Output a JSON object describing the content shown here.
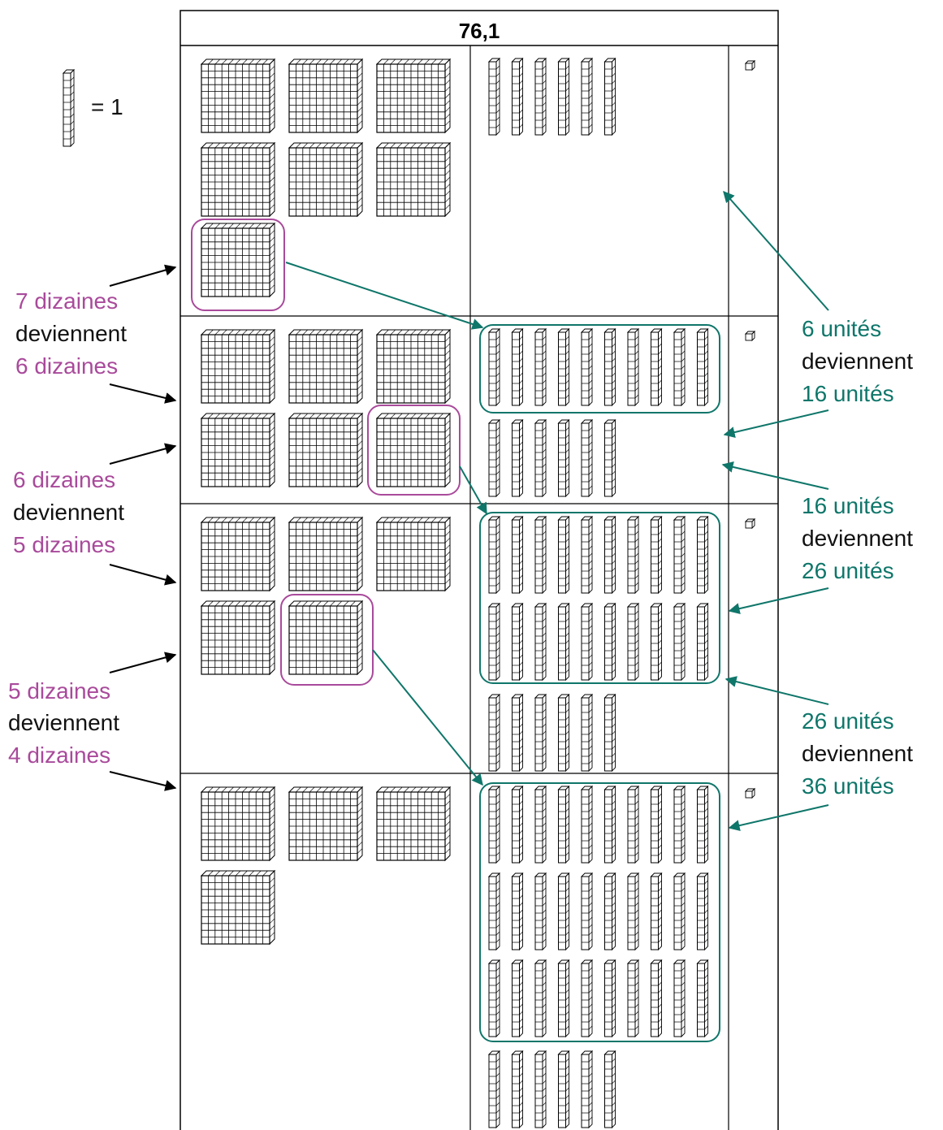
{
  "title": "76,1",
  "legend": {
    "text": "= 1",
    "icon": "ten-rod-icon"
  },
  "colors": {
    "dizaines": "#a94a9b",
    "unites": "#0f766a",
    "ink": "#000000"
  },
  "rows": [
    {
      "plates": 7,
      "plates_grouped": true,
      "rods_loose": 6,
      "rods_grouped": 0,
      "cubes": 1
    },
    {
      "plates": 6,
      "plates_grouped": true,
      "rods_loose": 6,
      "rods_grouped": 10,
      "cubes": 1
    },
    {
      "plates": 5,
      "plates_grouped": true,
      "rods_loose": 6,
      "rods_grouped": 20,
      "cubes": 1
    },
    {
      "plates": 4,
      "plates_grouped": false,
      "rods_loose": 6,
      "rods_grouped": 30,
      "cubes": 1
    }
  ],
  "left_labels": [
    {
      "line1": "7 dizaines",
      "line2": "deviennent",
      "line3": "6 dizaines"
    },
    {
      "line1": "6 dizaines",
      "line2": "deviennent",
      "line3": "5 dizaines"
    },
    {
      "line1": "5 dizaines",
      "line2": "deviennent",
      "line3": "4 dizaines"
    }
  ],
  "right_labels": [
    {
      "line1": "6 unités",
      "line2": "deviennent",
      "line3": "16 unités"
    },
    {
      "line1": "16 unités",
      "line2": "deviennent",
      "line3": "26 unités"
    },
    {
      "line1": "26 unités",
      "line2": "deviennent",
      "line3": "36 unités"
    }
  ]
}
